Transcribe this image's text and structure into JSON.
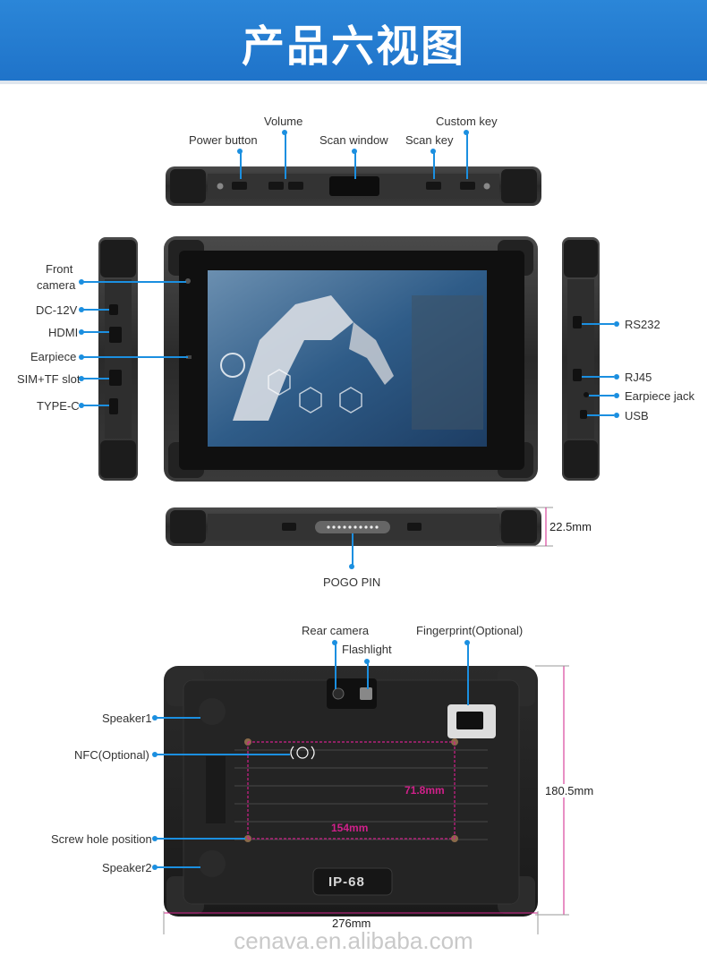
{
  "header": {
    "title": "产品六视图"
  },
  "top_view": {
    "labels": {
      "power_button": "Power button",
      "volume": "Volume",
      "scan_window": "Scan window",
      "scan_key": "Scan key",
      "custom_key": "Custom key"
    }
  },
  "left_side": {
    "labels": {
      "front_camera_line1": "Front",
      "front_camera_line2": "camera",
      "dc": "DC-12V",
      "hdmi": "HDMI",
      "earpiece": "Earpiece",
      "sim": "SIM+TF slot",
      "typec": "TYPE-C"
    }
  },
  "right_side": {
    "labels": {
      "rs232": "RS232",
      "rj45": "RJ45",
      "earpiece_jack": "Earpiece jack",
      "usb": "USB"
    }
  },
  "bottom_view": {
    "pogo": "POGO PIN",
    "thickness": "22.5mm"
  },
  "back_view": {
    "labels": {
      "rear_camera": "Rear camera",
      "flashlight": "Flashlight",
      "fingerprint": "Fingerprint(Optional)",
      "speaker1": "Speaker1",
      "nfc": "NFC(Optional)",
      "screw": "Screw hole position",
      "speaker2": "Speaker2"
    },
    "ip_rating": "IP-68",
    "screw_width": "154mm",
    "screw_height": "71.8mm",
    "height": "180.5mm",
    "width": "276mm"
  },
  "watermark": "cenava.en.alibaba.com",
  "colors": {
    "banner": "#2382d6",
    "accent": "#1b8fe0",
    "dimension_pink": "#d0208a"
  }
}
